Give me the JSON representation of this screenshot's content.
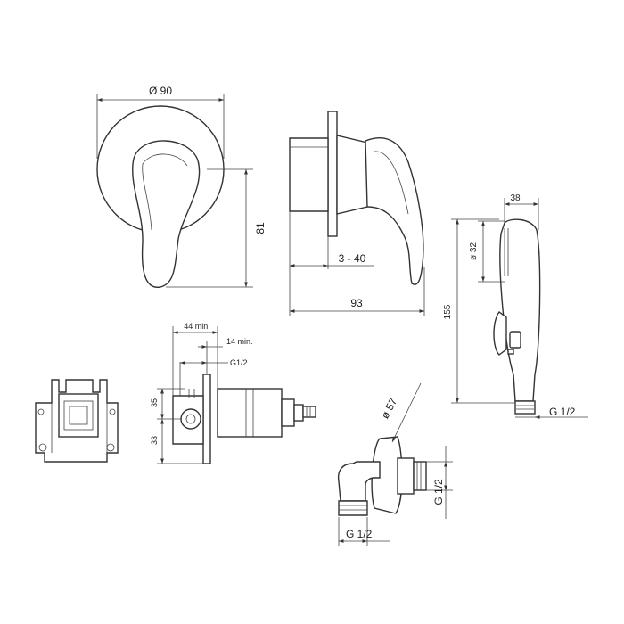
{
  "dimensions": {
    "plate_diameter": "Ø 90",
    "handle_height": "81",
    "wall_depth": "3 - 40",
    "total_length": "93",
    "spray_width": "38",
    "spray_diameter": "ø 32",
    "spray_length": "155",
    "spray_thread": "G 1/2",
    "body_min_depth": "44 min.",
    "body_min_offset": "14 min.",
    "body_thread": "G1/2",
    "body_upper": "35",
    "body_lower": "33",
    "elbow_diameter": "ø 57",
    "elbow_thread_vertical": "G 1/2",
    "elbow_thread_horizontal": "G 1/2"
  }
}
